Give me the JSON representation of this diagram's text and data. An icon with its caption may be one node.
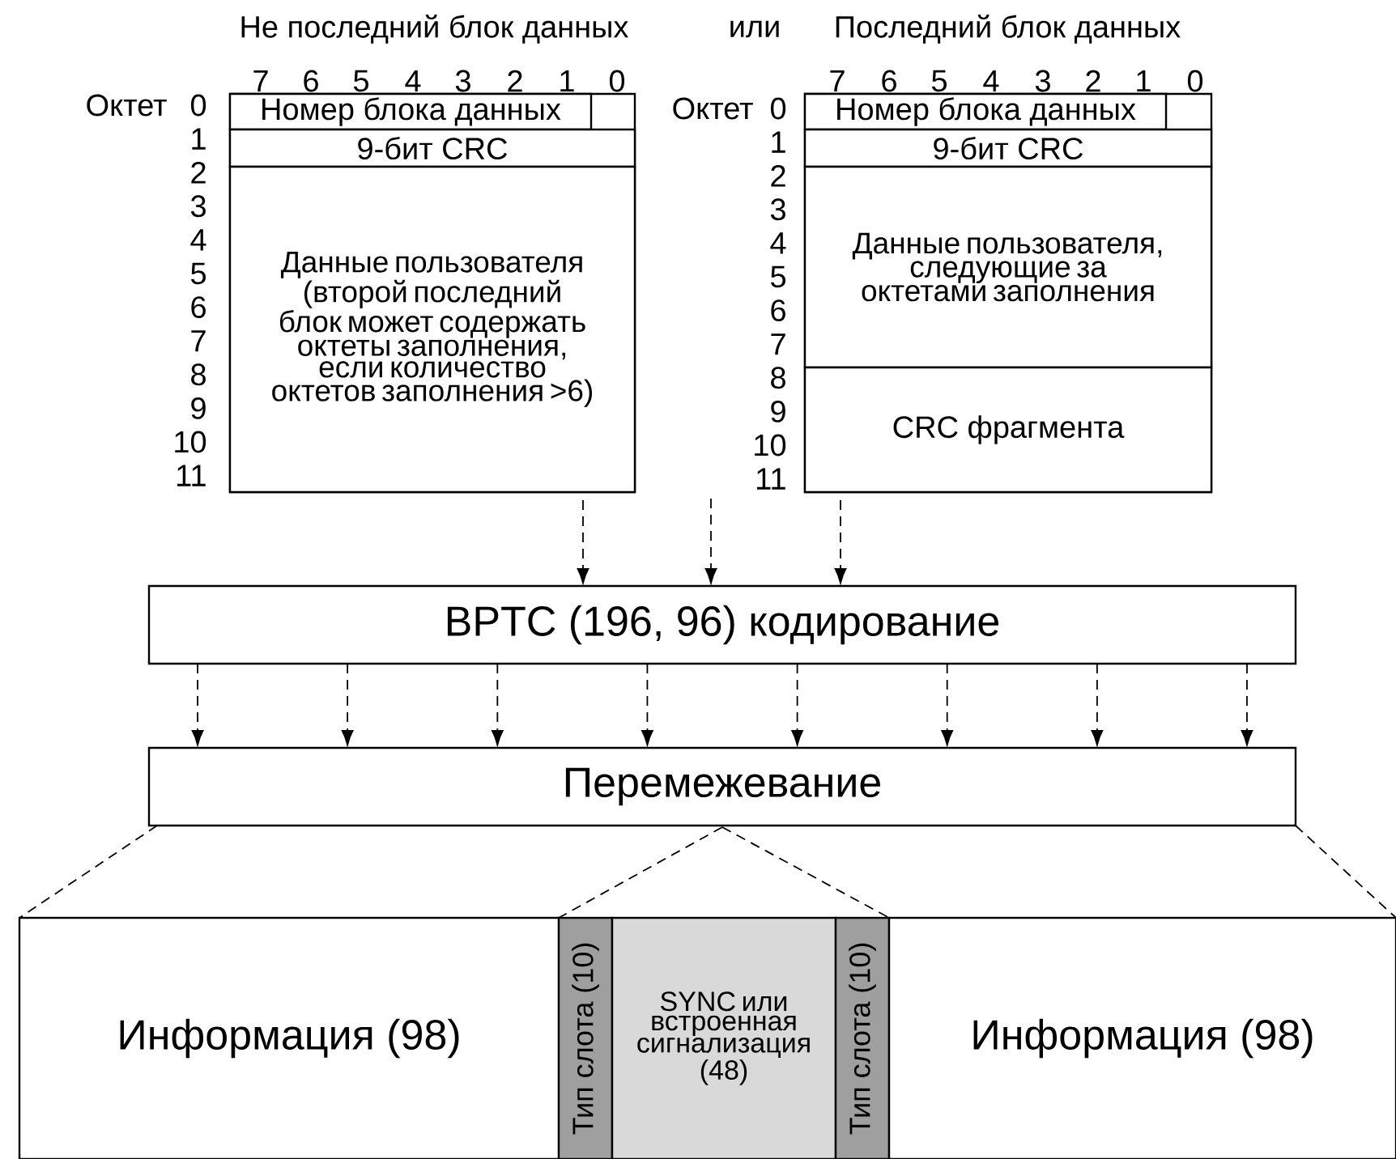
{
  "diagram": {
    "nodes": [
      {
        "text": [],
        "shape": "box"
      },
      {
        "text": [
          "Номер блока данных"
        ],
        "in": 0
      },
      {
        "text": [
          "9-бит CRC"
        ],
        "in": 0
      },
      {
        "text": [
          "Данные пользователя (второй последний блок может содержать октеты заполнения, если количество октетов заполнения >6)"
        ],
        "in": 0
      },
      {
        "text": [],
        "shape": "box"
      },
      {
        "text": [
          "Номер блока данных"
        ],
        "in": 4
      },
      {
        "text": [
          "9-бит CRC"
        ],
        "in": 4
      },
      {
        "text": [
          "Данные пользователя, следующие за октетами заполнения"
        ],
        "in": 4
      },
      {
        "text": [
          "CRC фрагмента"
        ],
        "in": 4
      },
      {
        "text": [
          "BPTC (196, 96) кодирование"
        ]
      },
      {
        "text": [
          "Перемежевание"
        ]
      },
      {
        "text": [
          "Информация (98)"
        ]
      },
      {
        "text": [
          "Тип слота (10)"
        ]
      },
      {
        "text": [
          "SYNC или встроенная сигнализация (48)"
        ]
      },
      {
        "text": [
          "Тип слота (10)"
        ]
      },
      {
        "text": [
          "Информация (98)"
        ]
      }
    ],
    "edges": [
      {
        "from": 0,
        "to": 9,
        "arrow": "to",
        "style": "dashed"
      },
      {
        "from": null,
        "to": 9,
        "arrow": "to",
        "style": "dashed"
      },
      {
        "from": 4,
        "to": 9,
        "arrow": "to",
        "style": "dashed"
      },
      {
        "from": 9,
        "to": 10,
        "arrow": "to",
        "style": "dashed"
      },
      {
        "from": 9,
        "to": 10,
        "arrow": "to",
        "style": "dashed"
      },
      {
        "from": 9,
        "to": 10,
        "arrow": "to",
        "style": "dashed"
      },
      {
        "from": 9,
        "to": 10,
        "arrow": "to",
        "style": "dashed"
      },
      {
        "from": 9,
        "to": 10,
        "arrow": "to",
        "style": "dashed"
      },
      {
        "from": 9,
        "to": 10,
        "arrow": "to",
        "style": "dashed"
      },
      {
        "from": 9,
        "to": 10,
        "arrow": "to",
        "style": "dashed"
      },
      {
        "from": 9,
        "to": 10,
        "arrow": "to",
        "style": "dashed"
      },
      {
        "from": 10,
        "to": 11,
        "arrow": "none",
        "style": "dashed"
      },
      {
        "from": 10,
        "to": 12,
        "arrow": "none",
        "style": "dashed"
      },
      {
        "from": 10,
        "to": 14,
        "arrow": "none",
        "style": "dashed"
      },
      {
        "from": 10,
        "to": 15,
        "arrow": "none",
        "style": "dashed"
      }
    ],
    "labels": [
      "Не последний блок данных",
      "или",
      "Последний блок данных",
      "7",
      "6",
      "5",
      "4",
      "3",
      "2",
      "1",
      "0",
      "Октет",
      "0",
      "1",
      "2",
      "3",
      "4",
      "5",
      "6",
      "7",
      "8",
      "9",
      "10",
      "11",
      "7",
      "6",
      "5",
      "4",
      "3",
      "2",
      "1",
      "0",
      "Октет",
      "0",
      "1",
      "2",
      "3",
      "4",
      "5",
      "6",
      "7",
      "8",
      "9",
      "10",
      "11"
    ]
  }
}
